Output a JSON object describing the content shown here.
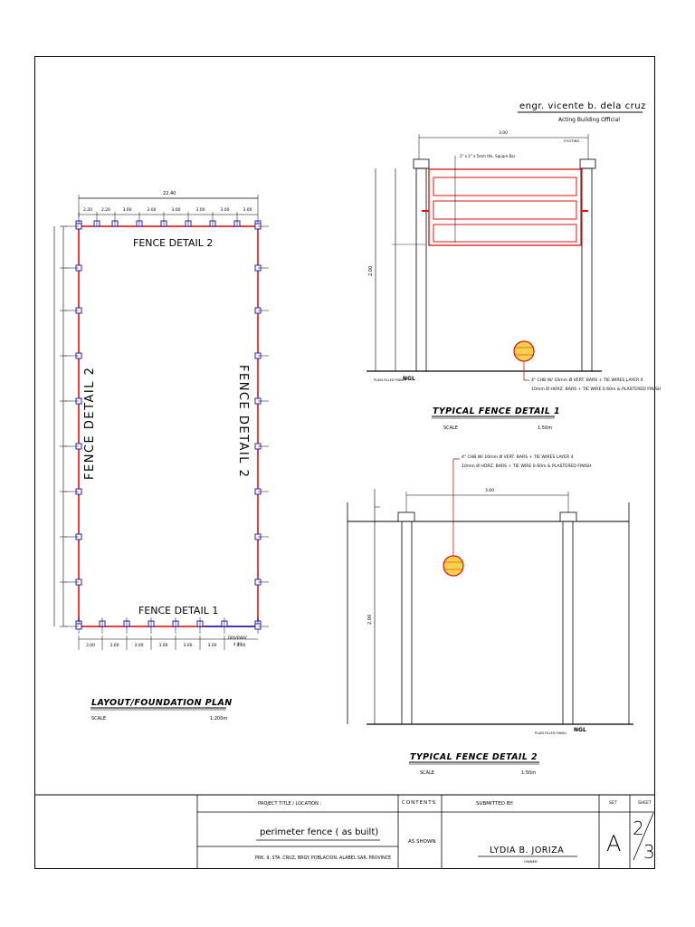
{
  "engineer": {
    "name": "engr. vicente b. dela cruz",
    "title": "Acting Building Official"
  },
  "plan": {
    "overall_dim": "22.40",
    "top_dims": [
      "2.20",
      "2.20",
      "3.00",
      "3.00",
      "3.00",
      "3.00",
      "3.00",
      "3.00"
    ],
    "bottom_dims": [
      "3.00",
      "3.00",
      "3.00",
      "3.00",
      "3.00",
      "3.00",
      "3.00"
    ],
    "driveway_label": "DRIVEWAY",
    "driveway_dim": "4.40",
    "label_top": "FENCE DETAIL 2",
    "label_left": "FENCE DETAIL 2",
    "label_right": "FENCE DETAIL 2",
    "label_bottom": "FENCE DETAIL 1",
    "title": "LAYOUT/FOUNDATION PLAN",
    "scale_label": "SCALE",
    "scale_value": "1:200m"
  },
  "detail1": {
    "top_dim": "3.00",
    "pipe_note": "2\" x 2\" x 5mm thk. Square Bar",
    "post_note": "FOOTING",
    "height_dim": "2.00",
    "ngl": "NGL",
    "callout": [
      "4\" CHB W/ 10mm Ø VERT. BARS + TIE WIRES LAYER 4",
      "10mm Ø HORZ. BARS + TIE WIRE 0.60m & PLASTERED FINISH"
    ],
    "left_note": "PLAIN FILLED FINISH",
    "title": "TYPICAL FENCE DETAIL 1",
    "scale_label": "SCALE",
    "scale_value": "1:50m"
  },
  "detail2": {
    "top_dim": "3.00",
    "callout": [
      "4\" CHB W/ 10mm Ø VERT. BARS + TIE WIRES LAYER 4",
      "10mm Ø HORZ. BARS + TIE WIRE 0.60m & PLASTERED FINISH"
    ],
    "height_dim": "2.00",
    "ngl": "NGL",
    "left_note": "PLAIN FILLED FINISH",
    "title": "TYPICAL FENCE DETAIL 2",
    "scale_label": "SCALE",
    "scale_value": "1:50m"
  },
  "title_block": {
    "project_label": "PROJECT TITLE / LOCATION :",
    "project_title": "perimeter fence ( as built)",
    "location": "PRK. 9, STA. CRUZ, BRGY. POBLACION, ALABEL SAR. PROVINCE",
    "contents_label": "CONTENTS",
    "contents_value": "AS SHOWN",
    "submitted_label": "SUBMITTED BY:",
    "submitted_name": "LYDIA B. JORIZA",
    "submitted_role": "OWNER",
    "set_label": "SET",
    "set_value": "A",
    "sheet_label": "SHEET",
    "sheet_num": "2",
    "sheet_total": "3"
  },
  "colors": {
    "red": "#e01010",
    "blue": "#2020c0",
    "yellow": "#f5d24a"
  }
}
